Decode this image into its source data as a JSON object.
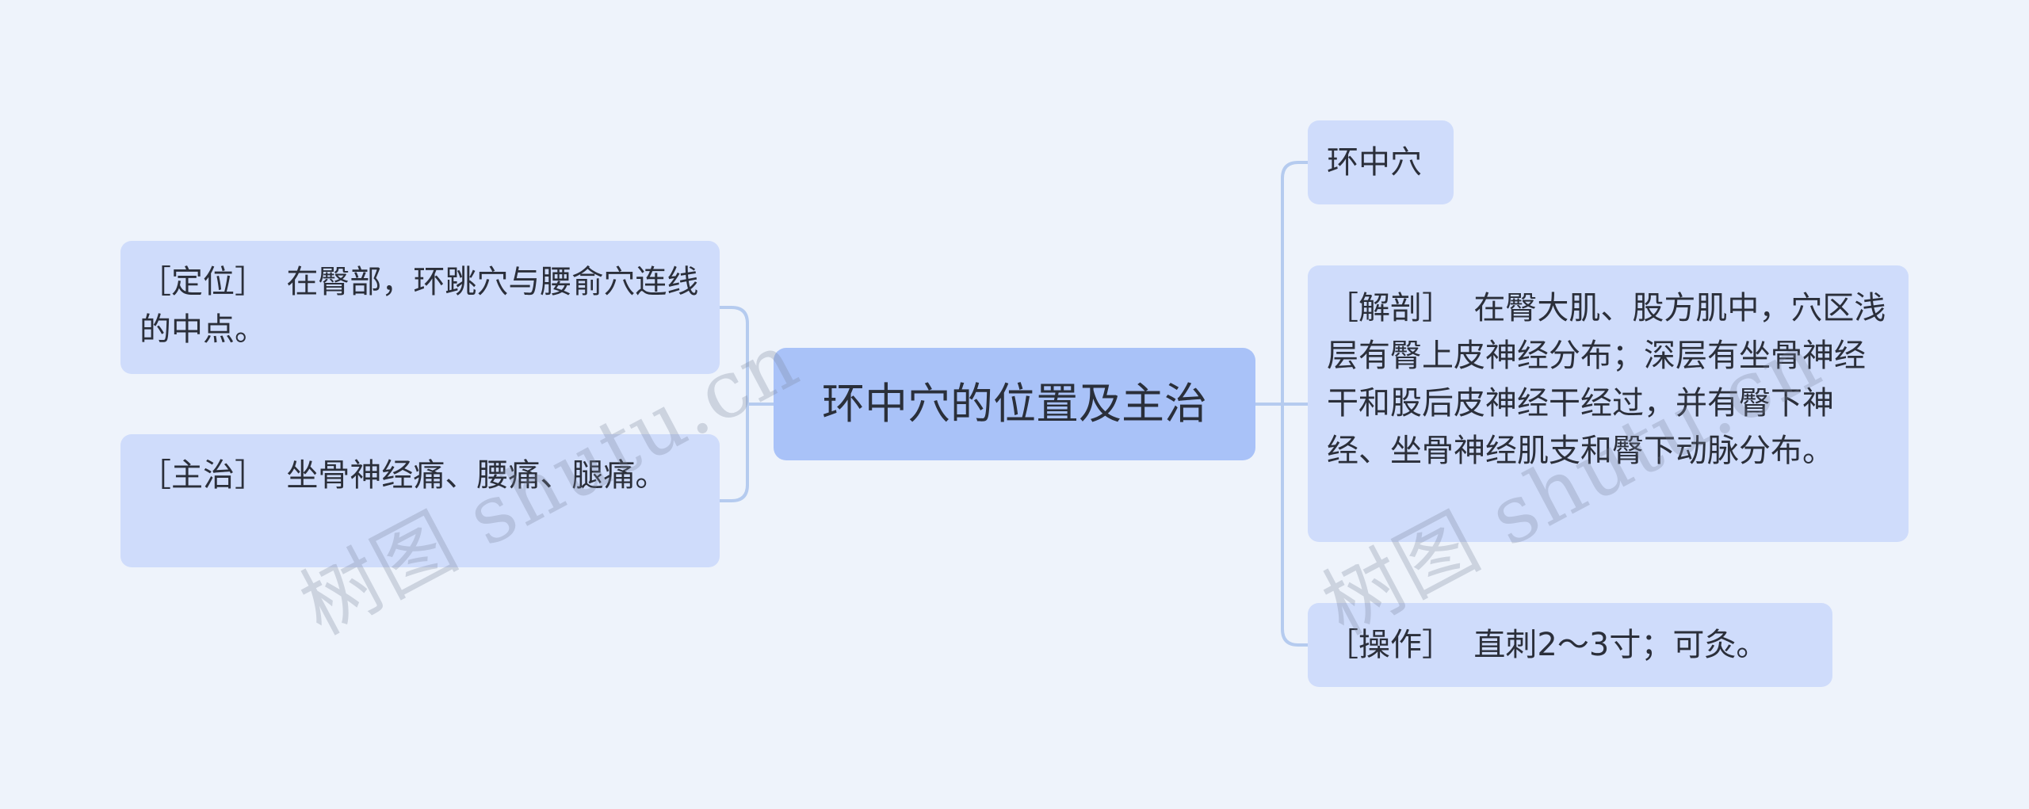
{
  "mindmap": {
    "root": {
      "label": "环中穴的位置及主治"
    },
    "left_children": [
      {
        "label": "［定位］  在臀部，环跳穴与腰俞穴连线的中点。"
      },
      {
        "label": "［主治］  坐骨神经痛、腰痛、腿痛。"
      }
    ],
    "right_children": [
      {
        "label": "环中穴"
      },
      {
        "label": "［解剖］  在臀大肌、股方肌中，穴区浅层有臀上皮神经分布；深层有坐骨神经干和股后皮神经干经过，并有臀下神经、坐骨神经肌支和臀下动脉分布。"
      },
      {
        "label": "［操作］  直刺2～3寸；可灸。"
      }
    ]
  },
  "watermark": {
    "text": "树图 shutu.cn"
  },
  "colors": {
    "background": "#eef3fb",
    "root_fill": "#a9c2f8",
    "node_fill": "#cfdcfb",
    "connector": "#b5cbef",
    "text": "#2b2f3a"
  }
}
